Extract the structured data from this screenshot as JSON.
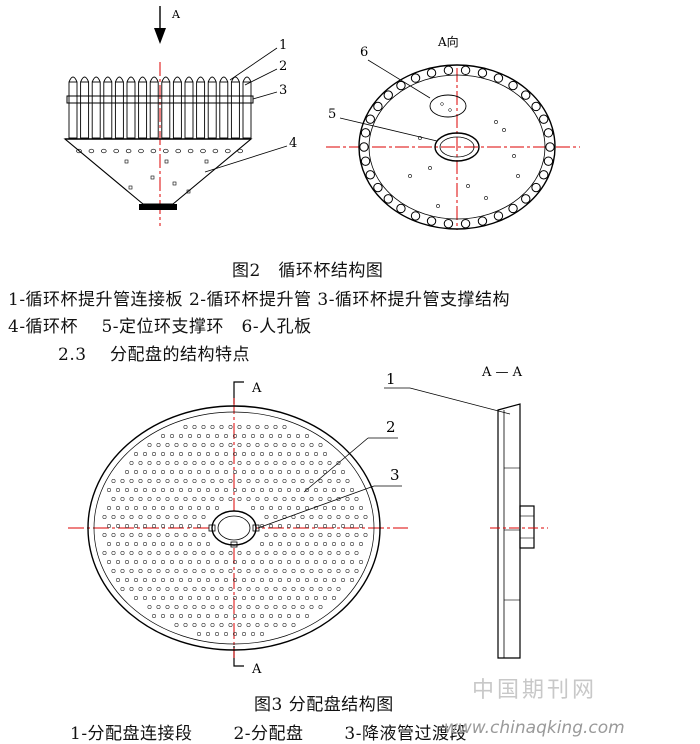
{
  "figure2": {
    "side_view": {
      "direction_label": "A",
      "callouts": [
        "1",
        "2",
        "3",
        "4"
      ]
    },
    "top_view": {
      "title": "A向",
      "callouts": [
        "6",
        "5"
      ]
    },
    "caption": "图2　循环杯结构图",
    "legend_line1": "1-循环杯提升管连接板 2-循环杯提升管 3-循环杯提升管支撑结构",
    "legend_line2": "4-循环杯　 5-定位环支撑环　6-人孔板"
  },
  "section_heading": "2.3　 分配盘的结构特点",
  "figure3": {
    "section_marks": [
      "A",
      "A"
    ],
    "callouts": [
      "2",
      "3",
      "1"
    ],
    "section_view_title": "A — A",
    "caption": "图3 分配盘结构图",
    "legend": "1-分配盘连接段　　 2-分配盘　　 3-降液管过渡段"
  },
  "watermark": {
    "line1": "中国期刊网",
    "line2": "www.chinaqking.com"
  }
}
